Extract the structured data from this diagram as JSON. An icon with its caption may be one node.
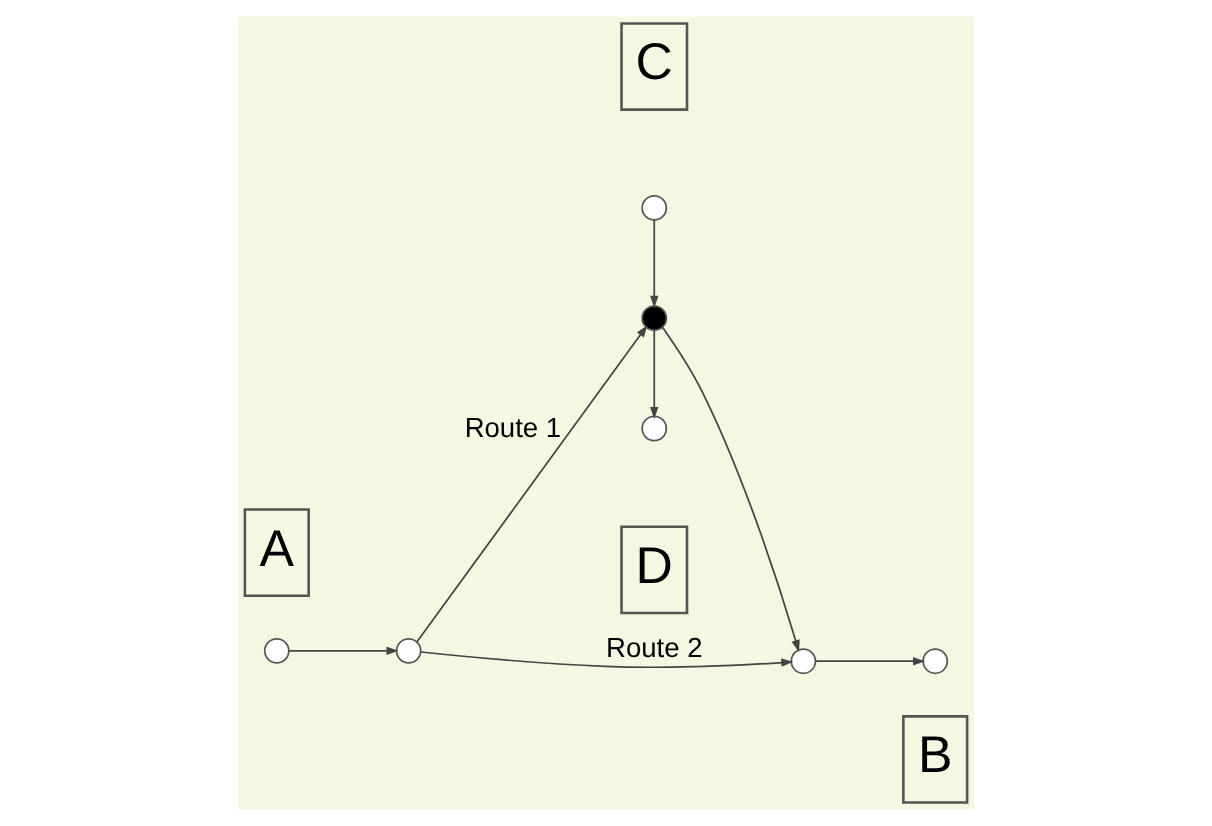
{
  "diagram": {
    "nodes": [
      {
        "text": [
          "C"
        ]
      },
      {
        "text": [],
        "shape": "circle"
      },
      {
        "text": [
          "A"
        ]
      },
      {
        "text": [],
        "shape": "circle"
      },
      {
        "text": [],
        "shape": "circle"
      },
      {
        "text": [],
        "shape": "circle"
      },
      {
        "text": [],
        "shape": "circle"
      },
      {
        "text": [],
        "shape": "circle"
      },
      {
        "text": [
          "B"
        ]
      },
      {
        "text": [],
        "shape": "circle"
      },
      {
        "text": [
          "D"
        ]
      }
    ],
    "edges": [
      {
        "from": 3,
        "to": 4,
        "arrow": "to"
      },
      {
        "from": 4,
        "to": 5,
        "arrow": "to",
        "label": "Route 1"
      },
      {
        "from": 1,
        "to": 5,
        "arrow": "to"
      },
      {
        "from": 5,
        "to": 6,
        "arrow": "to"
      },
      {
        "from": 5,
        "to": 9,
        "arrow": "to"
      },
      {
        "from": 6,
        "to": 7,
        "arrow": "to"
      },
      {
        "from": 4,
        "to": 6,
        "arrow": "to",
        "label": "Route 2"
      }
    ]
  }
}
